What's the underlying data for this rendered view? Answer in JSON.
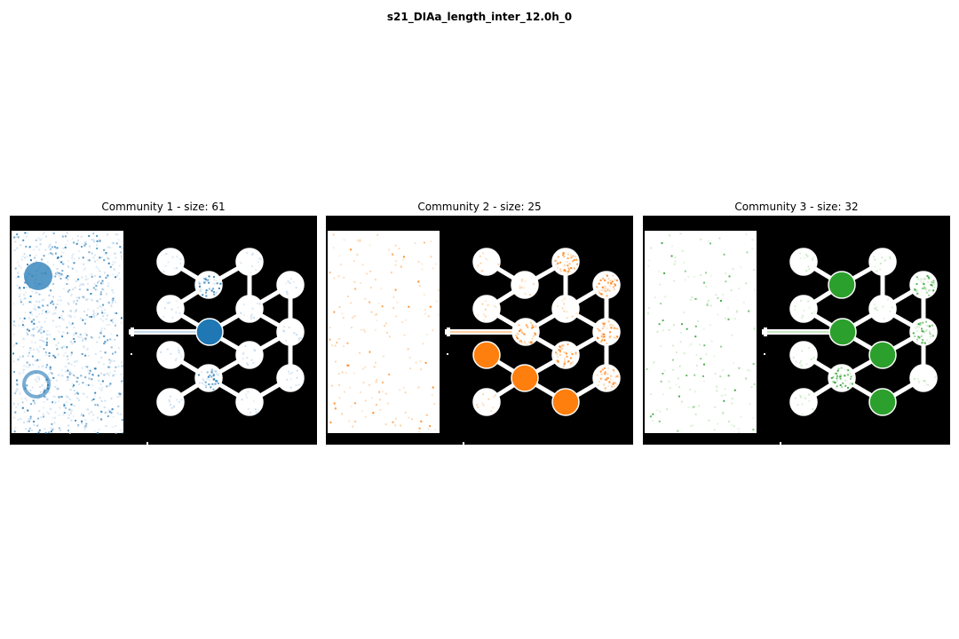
{
  "figure": {
    "suptitle": "s21_DIAa_length_inter_12.0h_0"
  },
  "chart_data": [
    {
      "type": "heatmap",
      "title": "Community 1 - size: 61",
      "community": 1,
      "size": 61,
      "cmap": "Blues",
      "colors": {
        "strong": "#1f77b4",
        "light": "#c6dbef",
        "background": "#000000"
      },
      "highlighted_chambers": [
        "center-left"
      ],
      "partial_chambers": [
        "mid-top",
        "mid-right",
        "lower-mid"
      ],
      "reservoir_intensity": "high"
    },
    {
      "type": "heatmap",
      "title": "Community 2 - size: 25",
      "community": 2,
      "size": 25,
      "cmap": "Oranges",
      "colors": {
        "strong": "#ff7f0e",
        "light": "#fdd0a2",
        "background": "#000000"
      },
      "highlighted_chambers": [
        "lower-left",
        "lower-mid",
        "bottom-mid"
      ],
      "partial_chambers": [
        "right-col-top",
        "right-col-mid",
        "right-col-low",
        "center-left",
        "center-mid",
        "top-right"
      ],
      "reservoir_intensity": "low"
    },
    {
      "type": "heatmap",
      "title": "Community 3 - size: 32",
      "community": 3,
      "size": 32,
      "cmap": "Greens",
      "colors": {
        "strong": "#2ca02c",
        "light": "#c7e9c0",
        "background": "#000000"
      },
      "highlighted_chambers": [
        "mid-top",
        "center-left",
        "center-mid",
        "bottom-mid"
      ],
      "partial_chambers": [
        "right-col-top",
        "right-col-mid",
        "lower-mid"
      ],
      "reservoir_intensity": "low"
    }
  ]
}
